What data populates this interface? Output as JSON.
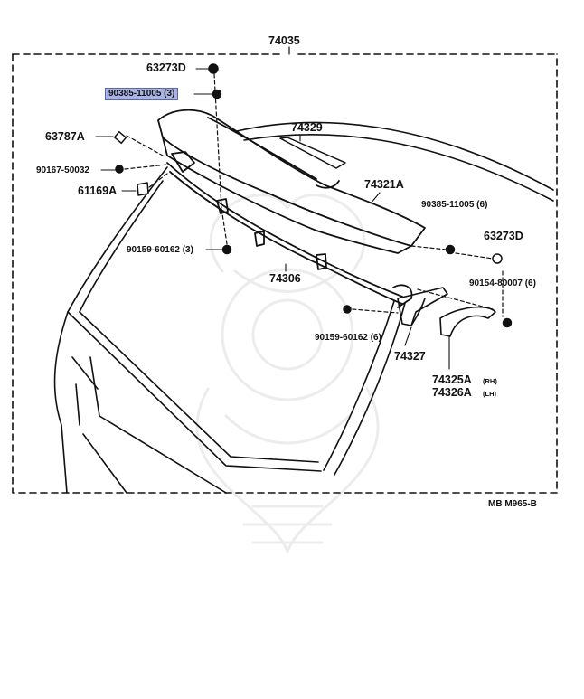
{
  "diagram": {
    "assembly_number": "74035",
    "highlight_color": "#a9b3e6",
    "parts": {
      "p63273d_top": "63273D",
      "p90385_highlight": "90385-11005 (3)",
      "p63787a": "63787A",
      "p74329": "74329",
      "p90167": "90167-50032",
      "p61169a": "61169A",
      "p74321a": "74321A",
      "p90385_right": "90385-11005 (6)",
      "p63273d_right": "63273D",
      "p90159_left": "90159-60162 (3)",
      "p74306": "74306",
      "p90154": "90154-80007 (6)",
      "p90159_bottom": "90159-60162 (6)",
      "p74327": "74327",
      "p74325a": "74325A",
      "p74325a_side": "(RH)",
      "p74326a": "74326A",
      "p74326a_side": "(LH)"
    },
    "figure_code": "MB M965-B"
  }
}
